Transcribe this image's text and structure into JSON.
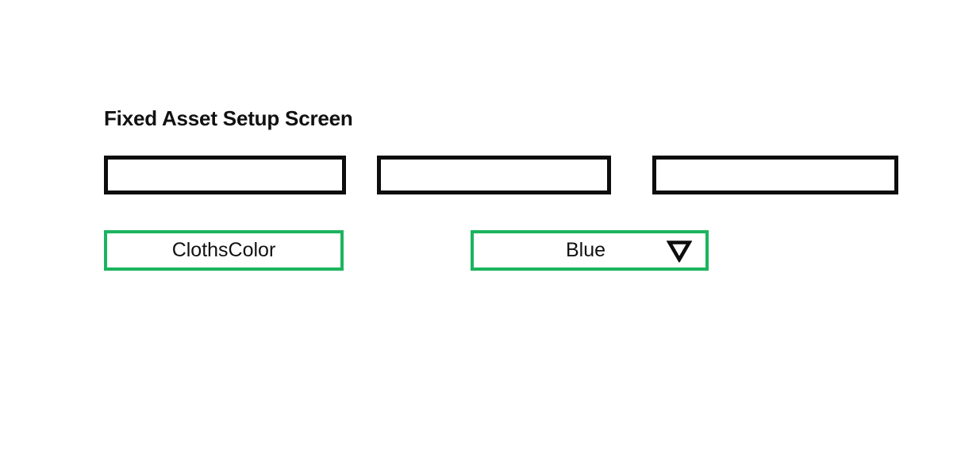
{
  "page": {
    "title": "Fixed Asset Setup Screen",
    "background": "#ffffff"
  },
  "colors": {
    "accent_green": "#1bb45e",
    "box_border_black": "#0d0d0d",
    "text": "#111111"
  },
  "fields": {
    "inputs": [
      {
        "value": ""
      },
      {
        "value": ""
      },
      {
        "value": ""
      }
    ],
    "attribute_label": "ClothsColor",
    "dropdown": {
      "value": "Blue",
      "icon": "triangle-down-icon"
    }
  }
}
